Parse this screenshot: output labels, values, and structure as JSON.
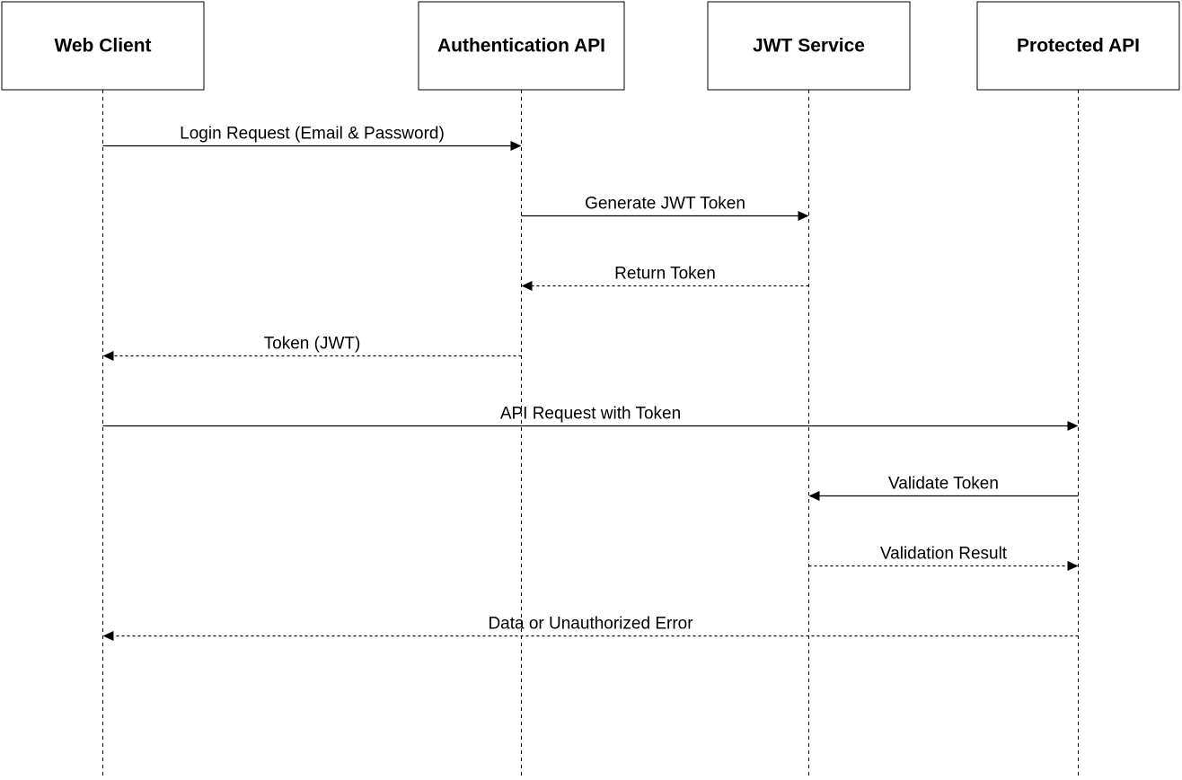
{
  "diagram": {
    "type": "sequence",
    "participants": [
      {
        "id": "web-client",
        "label": "Web Client"
      },
      {
        "id": "authentication-api",
        "label": "Authentication API"
      },
      {
        "id": "jwt-service",
        "label": "JWT Service"
      },
      {
        "id": "protected-api",
        "label": "Protected API"
      }
    ],
    "messages": [
      {
        "from": "web-client",
        "to": "authentication-api",
        "label": "Login Request (Email & Password)",
        "style": "solid"
      },
      {
        "from": "authentication-api",
        "to": "jwt-service",
        "label": "Generate JWT Token",
        "style": "solid"
      },
      {
        "from": "jwt-service",
        "to": "authentication-api",
        "label": "Return Token",
        "style": "dotted"
      },
      {
        "from": "authentication-api",
        "to": "web-client",
        "label": "Token (JWT)",
        "style": "dotted"
      },
      {
        "from": "web-client",
        "to": "protected-api",
        "label": "API Request with Token",
        "style": "solid"
      },
      {
        "from": "protected-api",
        "to": "jwt-service",
        "label": "Validate Token",
        "style": "solid"
      },
      {
        "from": "jwt-service",
        "to": "protected-api",
        "label": "Validation Result",
        "style": "dotted"
      },
      {
        "from": "protected-api",
        "to": "web-client",
        "label": "Data or Unauthorized Error",
        "style": "dotted"
      }
    ]
  }
}
